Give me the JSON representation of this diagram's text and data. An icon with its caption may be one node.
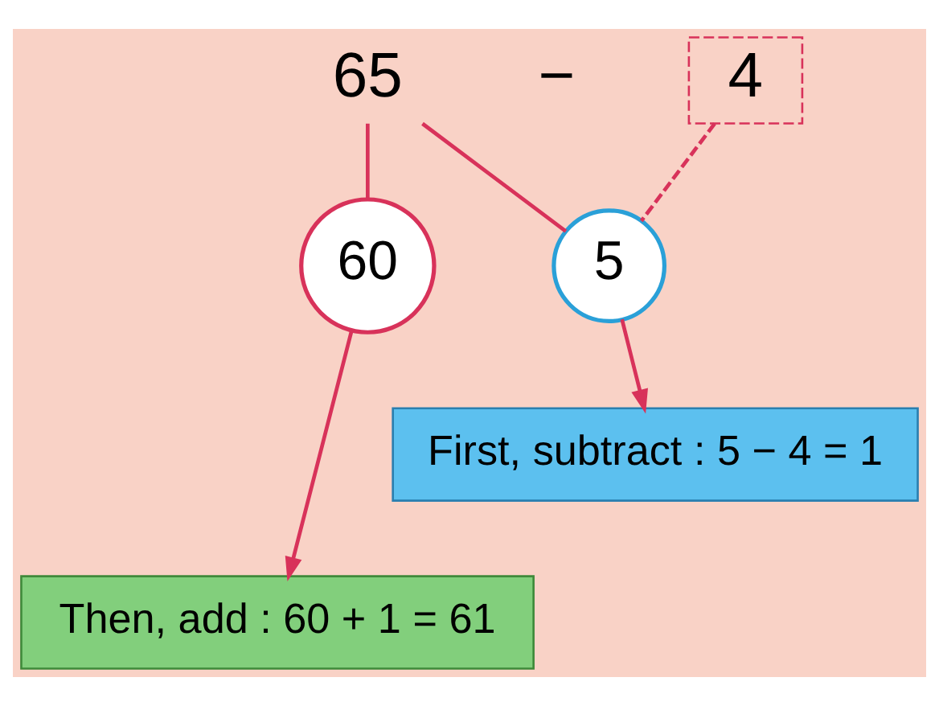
{
  "diagram": {
    "nodes": [
      {
        "text": [
          "65"
        ]
      },
      {
        "text": [
          "4"
        ]
      },
      {
        "text": [
          "60"
        ]
      },
      {
        "text": [
          "5"
        ]
      },
      {
        "text": [
          "First, subtract : 5 − 4 = 1"
        ]
      },
      {
        "text": [
          "Then, add : 60 + 1 = 61"
        ]
      }
    ],
    "edges": [
      {
        "from": 0,
        "to": 2,
        "arrow": "none"
      },
      {
        "from": 0,
        "to": 3,
        "arrow": "none"
      },
      {
        "from": 1,
        "to": 3,
        "arrow": "none",
        "style": "dashed"
      },
      {
        "from": 3,
        "to": 4,
        "arrow": "to"
      },
      {
        "from": 2,
        "to": 5,
        "arrow": "to"
      }
    ],
    "labels": [
      "−"
    ]
  }
}
